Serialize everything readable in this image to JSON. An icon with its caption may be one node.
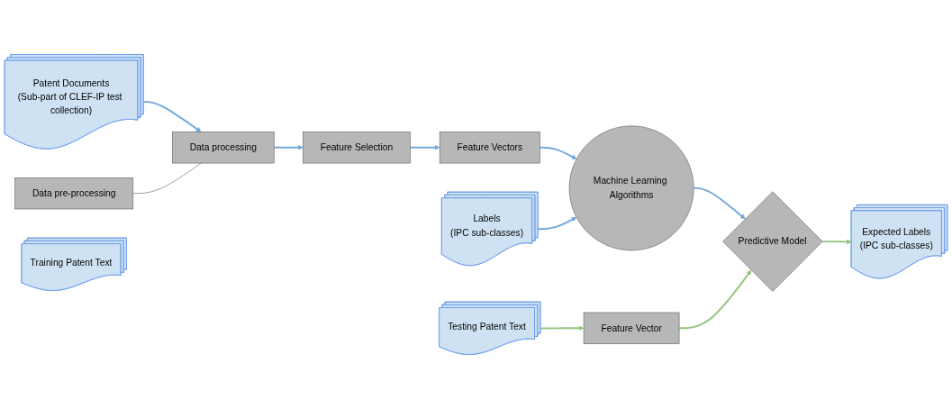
{
  "diagram": {
    "nodes": [
      {
        "text": [
          "Patent Documents",
          "(Sub-part of CLEF-IP test collection)"
        ]
      },
      {
        "text": [
          "Data pre-processing"
        ]
      },
      {
        "text": [
          "Data processing"
        ]
      },
      {
        "text": [
          "Training Patent Text"
        ]
      },
      {
        "text": [
          "Feature Selection"
        ]
      },
      {
        "text": [
          "Feature Vectors"
        ]
      },
      {
        "text": [
          "Labels",
          "(IPC sub-classes)"
        ]
      },
      {
        "text": [
          "Machine Learning Algorithms"
        ]
      },
      {
        "text": [
          "Testing Patent Text"
        ]
      },
      {
        "text": [
          "Feature Vector"
        ]
      },
      {
        "text": [
          "Predictive Model"
        ]
      },
      {
        "text": [
          "Expected Labels",
          "(IPC sub-classes)"
        ]
      }
    ],
    "edges": [
      {
        "from": 0,
        "to": 2,
        "arrow": "to"
      },
      {
        "from": 1,
        "to": 2,
        "arrow": "none",
        "color": "#666666"
      },
      {
        "from": 2,
        "to": 4,
        "arrow": "to"
      },
      {
        "from": 4,
        "to": 5,
        "arrow": "to"
      },
      {
        "from": 5,
        "to": 7,
        "arrow": "to"
      },
      {
        "from": 6,
        "to": 7,
        "arrow": "to"
      },
      {
        "from": 7,
        "to": 10,
        "arrow": "to"
      },
      {
        "from": 8,
        "to": 9,
        "arrow": "to",
        "color": "#93c47d"
      },
      {
        "from": 9,
        "to": 10,
        "arrow": "to",
        "color": "#93c47d"
      },
      {
        "from": 10,
        "to": 11,
        "arrow": "to",
        "color": "#93c47d"
      }
    ]
  }
}
